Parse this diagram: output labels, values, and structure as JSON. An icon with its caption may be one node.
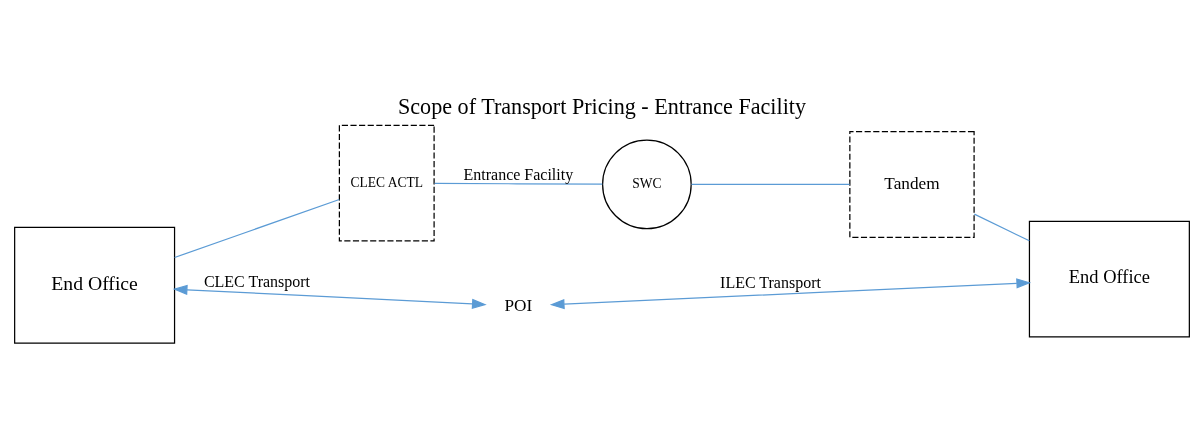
{
  "diagram": {
    "title": "Scope of Transport Pricing - Entrance Facility",
    "nodes": [
      {
        "text": [
          "End Office"
        ]
      },
      {
        "text": [
          "CLEC ACTL"
        ]
      },
      {
        "text": [
          "SWC"
        ]
      },
      {
        "text": [
          "Tandem"
        ]
      },
      {
        "text": [
          "End Office"
        ]
      },
      {
        "text": [
          "POI"
        ]
      }
    ],
    "edges": [
      {
        "from": 0,
        "to": 1,
        "arrow": "none"
      },
      {
        "from": 1,
        "to": 2,
        "arrow": "none",
        "label": "Entrance Facility"
      },
      {
        "from": 2,
        "to": 3,
        "arrow": "none"
      },
      {
        "from": 3,
        "to": 4,
        "arrow": "none"
      },
      {
        "from": 0,
        "to": 5,
        "arrow": "both",
        "label": "CLEC Transport"
      },
      {
        "from": 5,
        "to": 4,
        "arrow": "both",
        "label": "ILEC Transport"
      }
    ]
  }
}
